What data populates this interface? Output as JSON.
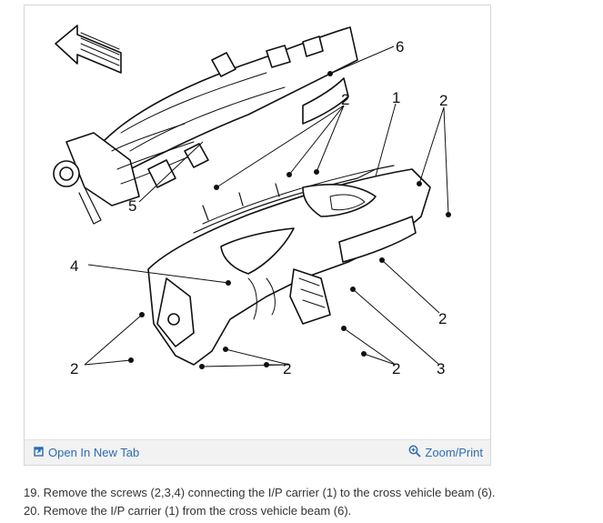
{
  "figure": {
    "callouts": {
      "c6": "6",
      "c2_top_left": "2",
      "c1": "1",
      "c2_top_right": "2",
      "c5": "5",
      "c4": "4",
      "c2_right": "2",
      "c2_bottom_left": "2",
      "c2_bottom_mid": "2",
      "c2_bottom_right": "2",
      "c3": "3"
    }
  },
  "toolbar": {
    "open_tab_label": "Open In New Tab",
    "zoom_label": "Zoom/Print",
    "open_tab_icon": "external-link-icon",
    "zoom_icon": "magnifier-icon",
    "link_color": "#2b6cb5"
  },
  "instructions": [
    "19. Remove the screws (2,3,4) connecting the I/P carrier (1) to the cross vehicle beam (6).",
    "20. Remove the I/P carrier (1) from the cross vehicle beam (6)."
  ]
}
